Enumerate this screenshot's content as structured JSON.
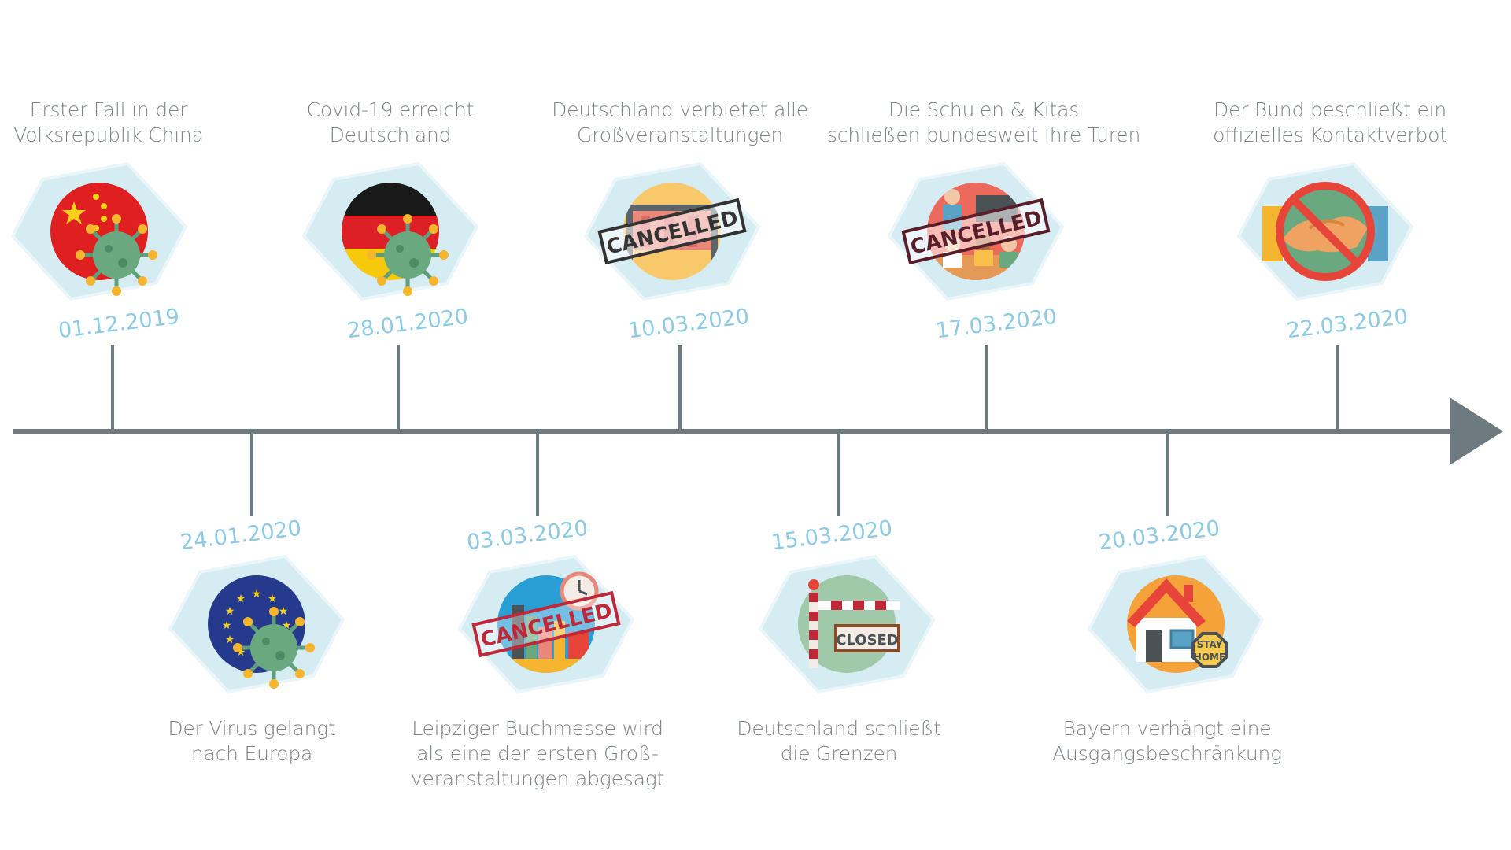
{
  "colors": {
    "axis": "#6d7b80",
    "date": "#8ccbe3",
    "text": "#7d858a",
    "hex_fill": "#d4ecf2",
    "hex_stroke": "#eaf6f9"
  },
  "events_top": [
    {
      "date": "01.12.2019",
      "caption": [
        "Erster Fall in der",
        "Volksrepublik China"
      ],
      "icon": "china-flag-virus-icon"
    },
    {
      "date": "28.01.2020",
      "caption": [
        "Covid-19 erreicht",
        "Deutschland"
      ],
      "icon": "germany-flag-virus-icon"
    },
    {
      "date": "10.03.2020",
      "caption": [
        "Deutschland verbietet alle",
        "Großveranstaltungen"
      ],
      "icon": "cancelled-concert-icon",
      "stamp": "CANCELLED"
    },
    {
      "date": "17.03.2020",
      "caption": [
        "Die Schulen & Kitas",
        "schließen bundesweit ihre Türen"
      ],
      "icon": "cancelled-classroom-icon",
      "stamp": "CANCELLED"
    },
    {
      "date": "22.03.2020",
      "caption": [
        "Der Bund beschließt ein",
        "offizielles Kontaktverbot"
      ],
      "icon": "no-handshake-icon"
    }
  ],
  "events_bottom": [
    {
      "date": "24.01.2020",
      "caption": [
        "Der Virus gelangt",
        "nach Europa"
      ],
      "icon": "eu-flag-virus-icon"
    },
    {
      "date": "03.03.2020",
      "caption": [
        "Leipziger Buchmesse wird",
        "als eine der ersten Groß-",
        "veranstaltungen abgesagt"
      ],
      "icon": "cancelled-bookfair-icon",
      "stamp": "CANCELLED"
    },
    {
      "date": "15.03.2020",
      "caption": [
        "Deutschland schließt",
        "die Grenzen"
      ],
      "icon": "closed-border-icon",
      "sign": "CLOSED"
    },
    {
      "date": "20.03.2020",
      "caption": [
        "Bayern verhängt eine",
        "Ausgangsbeschränkung"
      ],
      "icon": "stay-home-house-icon",
      "sign": [
        "STAY",
        "HOME"
      ]
    }
  ]
}
